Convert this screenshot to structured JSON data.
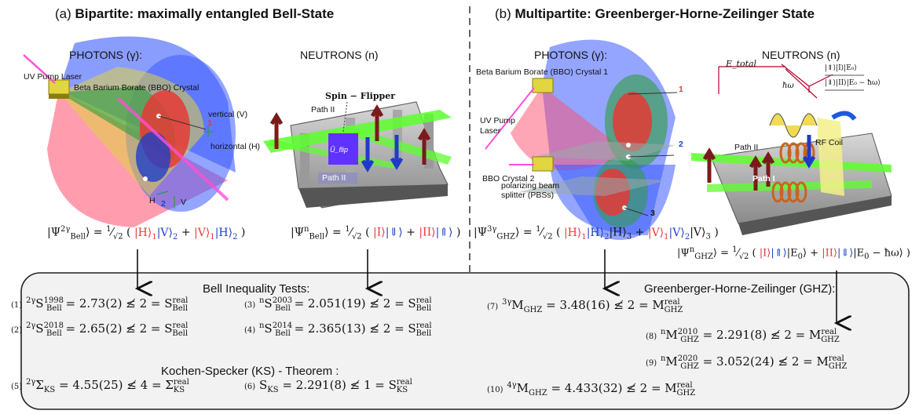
{
  "panel_a": {
    "title_prefix": "(a) ",
    "title_bold": "Bipartite: maximally entangled Bell-State",
    "photons_label": "PHOTONS (γ):",
    "neutrons_label": "NEUTRONS (n)",
    "uv_pump": "UV Pump Laser",
    "bbo": "Beta Barium Borate (BBO) Crystal",
    "vertical": "vertical (V)",
    "horizontal": "horizontal (H)",
    "marker1": "1",
    "marker2": "2",
    "h_label": "H",
    "v_label": "V",
    "spin_flipper": "Spin − Flipper",
    "path2_top": "Path II",
    "path2_bottom": "Path II",
    "uflip": "Û_flip"
  },
  "panel_b": {
    "title_prefix": "(b) ",
    "title_bold": "Multipartite: Greenberger-Horne-Zeilinger State",
    "photons_label": "PHOTONS (γ):",
    "neutrons_label": "NEUTRONS (n)",
    "bbo1": "Beta Barium Borate (BBO) Crystal 1",
    "uv_pump_1": "UV Pump",
    "uv_pump_2": "Laser",
    "bbo2": "BBO Crystal 2",
    "pbs1": "polarizing beam",
    "pbs2": "splitter (PBSs)",
    "marker1": "1",
    "marker2": "2",
    "marker3": "3",
    "etotal": "E_total",
    "hbar_omega": "ħω",
    "level_up": "|⇑⟩|I⟩|E₀⟩",
    "level_down": "|⇓⟩|II⟩|E₀ − ħω⟩",
    "path2": "Path II",
    "path1": "Path I",
    "rf_coil": "RF Coil"
  },
  "bottom": {
    "bell_title": "Bell Inequality Tests:",
    "ghz_title": "Greenberger-Horne-Zeilinger (GHZ):",
    "ks_title": "Kochen-Specker (KS) - Theorem :",
    "refs": [
      "(1)",
      "(2)",
      "(3)",
      "(4)",
      "(5)",
      "(6)",
      "(7)",
      "(8)",
      "(9)",
      "(10)"
    ],
    "values": [
      "2.73(2)",
      "2.65(2)",
      "2.051(19)",
      "2.365(13)",
      "4.55(25)",
      "2.291(8)",
      "3.48(16)",
      "2.291(8)",
      "3.052(24)",
      "4.433(32)"
    ],
    "years": [
      "1998",
      "2018",
      "2003",
      "2014",
      "2010",
      "2020"
    ],
    "bounds": [
      "2",
      "2",
      "2",
      "2",
      "4",
      "1",
      "2",
      "2",
      "2",
      "2"
    ]
  }
}
